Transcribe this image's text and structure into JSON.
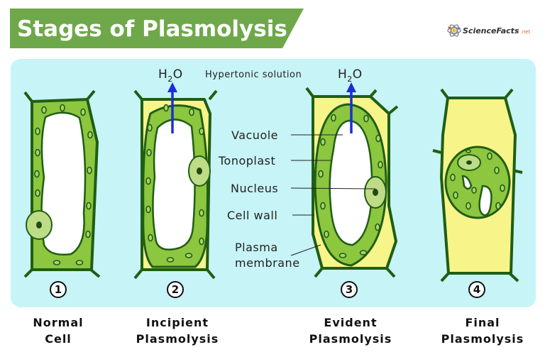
{
  "title": "Stages of Plasmolysis",
  "logo": {
    "text": "ScienceFacts",
    "suffix": ".net"
  },
  "solution_label": "Hypertonic solution",
  "water": {
    "main": "H",
    "sub": "2",
    "tail": "O"
  },
  "parts": {
    "vacuole": "Vacuole",
    "tonoplast": "Tonoplast",
    "nucleus": "Nucleus",
    "cell_wall": "Cell wall",
    "plasma_membrane_1": "Plasma",
    "plasma_membrane_2": "membrane"
  },
  "stages": [
    {
      "number": "1",
      "line1": "Normal",
      "line2": "Cell"
    },
    {
      "number": "2",
      "line1": "Incipient",
      "line2": "Plasmolysis"
    },
    {
      "number": "3",
      "line1": "Evident",
      "line2": "Plasmolysis"
    },
    {
      "number": "4",
      "line1": "Final",
      "line2": "Plasmolysis"
    }
  ],
  "colors": {
    "banner": "#6fa84a",
    "panel": "#c7f4f6",
    "cytoplasm": "#8dc63f",
    "cell_wall_gap": "#f7f48a",
    "outline": "#1f5e14",
    "arrow": "#1a2fd6"
  }
}
